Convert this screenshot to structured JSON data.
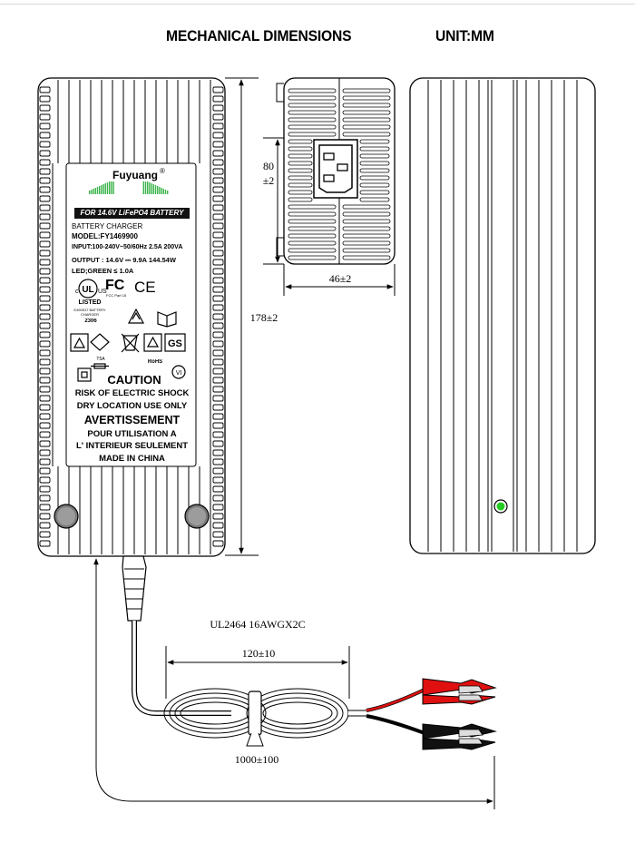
{
  "header": {
    "title": "MECHANICAL DIMENSIONS",
    "unit": "UNIT:MM"
  },
  "label": {
    "brand": "Fuyuang",
    "trademark": "®",
    "banner": "FOR 14.6V LiFePO4 BATTERY",
    "product": "BATTERY CHARGER",
    "model": "MODEL:FY1469900",
    "input": "INPUT:100-240V~50/60Hz 2.5A 200VA",
    "output": "OUTPUT : 14.6V ⎓ 9.9A 144.54W",
    "led": "LED;GREEN ≤ 1.0A",
    "ul_listed": "LISTED",
    "ul_sub": "E490517 BATTERY CHARGER",
    "ul_code": "2306",
    "rohs": "RoHS",
    "fuse": "T5A",
    "caution_title": "CAUTION",
    "caution_line1": "RISK OF ELECTRIC SHOCK",
    "caution_line2": "DRY LOCATION USE ONLY",
    "avert_title": "AVERTISSEMENT",
    "avert_line1": "POUR UTILISATION A",
    "avert_line2": "L' INTERIEUR SEULEMENT",
    "made_in": "MADE IN CHINA"
  },
  "dimensions": {
    "height_side": "80",
    "height_tol": "±2",
    "width_side": "46±2",
    "length": "178±2",
    "cable_spec": "UL2464 16AWGX2C",
    "coil_length": "120±10",
    "cable_length": "1000±100"
  },
  "colors": {
    "led_green": "#22cc22",
    "clip_red": "#e01010",
    "clip_black": "#111111",
    "brand_green": "#3cb44b"
  }
}
